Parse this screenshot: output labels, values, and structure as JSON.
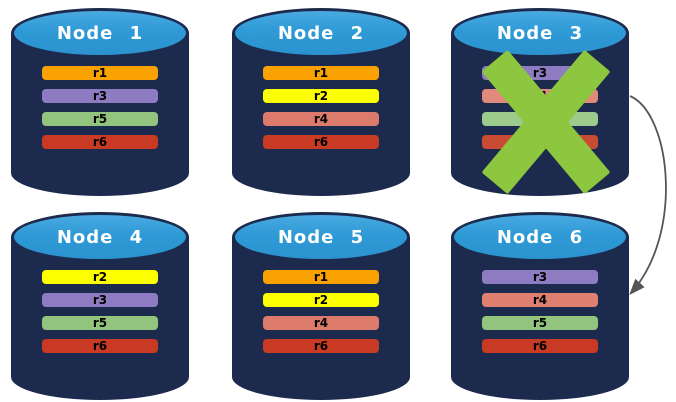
{
  "colors": {
    "background": "#FFFFFF",
    "node_body": "#1C2B4D",
    "node_top": "#2E9AD6",
    "title_text": "#FFFFFF",
    "bar_text": "#000000",
    "failure_x": "#8DC63F",
    "arrow": "#555555"
  },
  "nodes": [
    {
      "title": "Node 1",
      "failed": false,
      "replicas": [
        {
          "label": "r1",
          "color": "#F9A201"
        },
        {
          "label": "r3",
          "color": "#8E7CC3"
        },
        {
          "label": "r5",
          "color": "#93C47D"
        },
        {
          "label": "r6",
          "color": "#C83A23"
        }
      ]
    },
    {
      "title": "Node 2",
      "failed": false,
      "replicas": [
        {
          "label": "r1",
          "color": "#F9A201"
        },
        {
          "label": "r2",
          "color": "#FDFF00"
        },
        {
          "label": "r4",
          "color": "#DC7B6B"
        },
        {
          "label": "r6",
          "color": "#C83A23"
        }
      ]
    },
    {
      "title": "Node 3",
      "failed": true,
      "replicas": [
        {
          "label": "r3",
          "color": "#8E7CC3"
        },
        {
          "label": "r4",
          "color": "#E18A7B"
        },
        {
          "label": "r5",
          "color": "#9CCB8B"
        },
        {
          "label": "r6",
          "color": "#C94B33"
        }
      ]
    },
    {
      "title": "Node 4",
      "failed": false,
      "replicas": [
        {
          "label": "r2",
          "color": "#FDFF00"
        },
        {
          "label": "r3",
          "color": "#8E7CC3"
        },
        {
          "label": "r5",
          "color": "#93C47D"
        },
        {
          "label": "r6",
          "color": "#C83A23"
        }
      ]
    },
    {
      "title": "Node 5",
      "failed": false,
      "replicas": [
        {
          "label": "r1",
          "color": "#F9A201"
        },
        {
          "label": "r2",
          "color": "#FDFF00"
        },
        {
          "label": "r4",
          "color": "#DC7B6B"
        },
        {
          "label": "r6",
          "color": "#C83A23"
        }
      ]
    },
    {
      "title": "Node 6",
      "failed": false,
      "replicas": [
        {
          "label": "r3",
          "color": "#8E7CC3"
        },
        {
          "label": "r4",
          "color": "#DE7F6F"
        },
        {
          "label": "r5",
          "color": "#93C47D"
        },
        {
          "label": "r6",
          "color": "#C83A23"
        }
      ]
    }
  ],
  "arrow": {
    "from_node": "Node 3",
    "to_node": "Node 6",
    "color": "#555555"
  }
}
